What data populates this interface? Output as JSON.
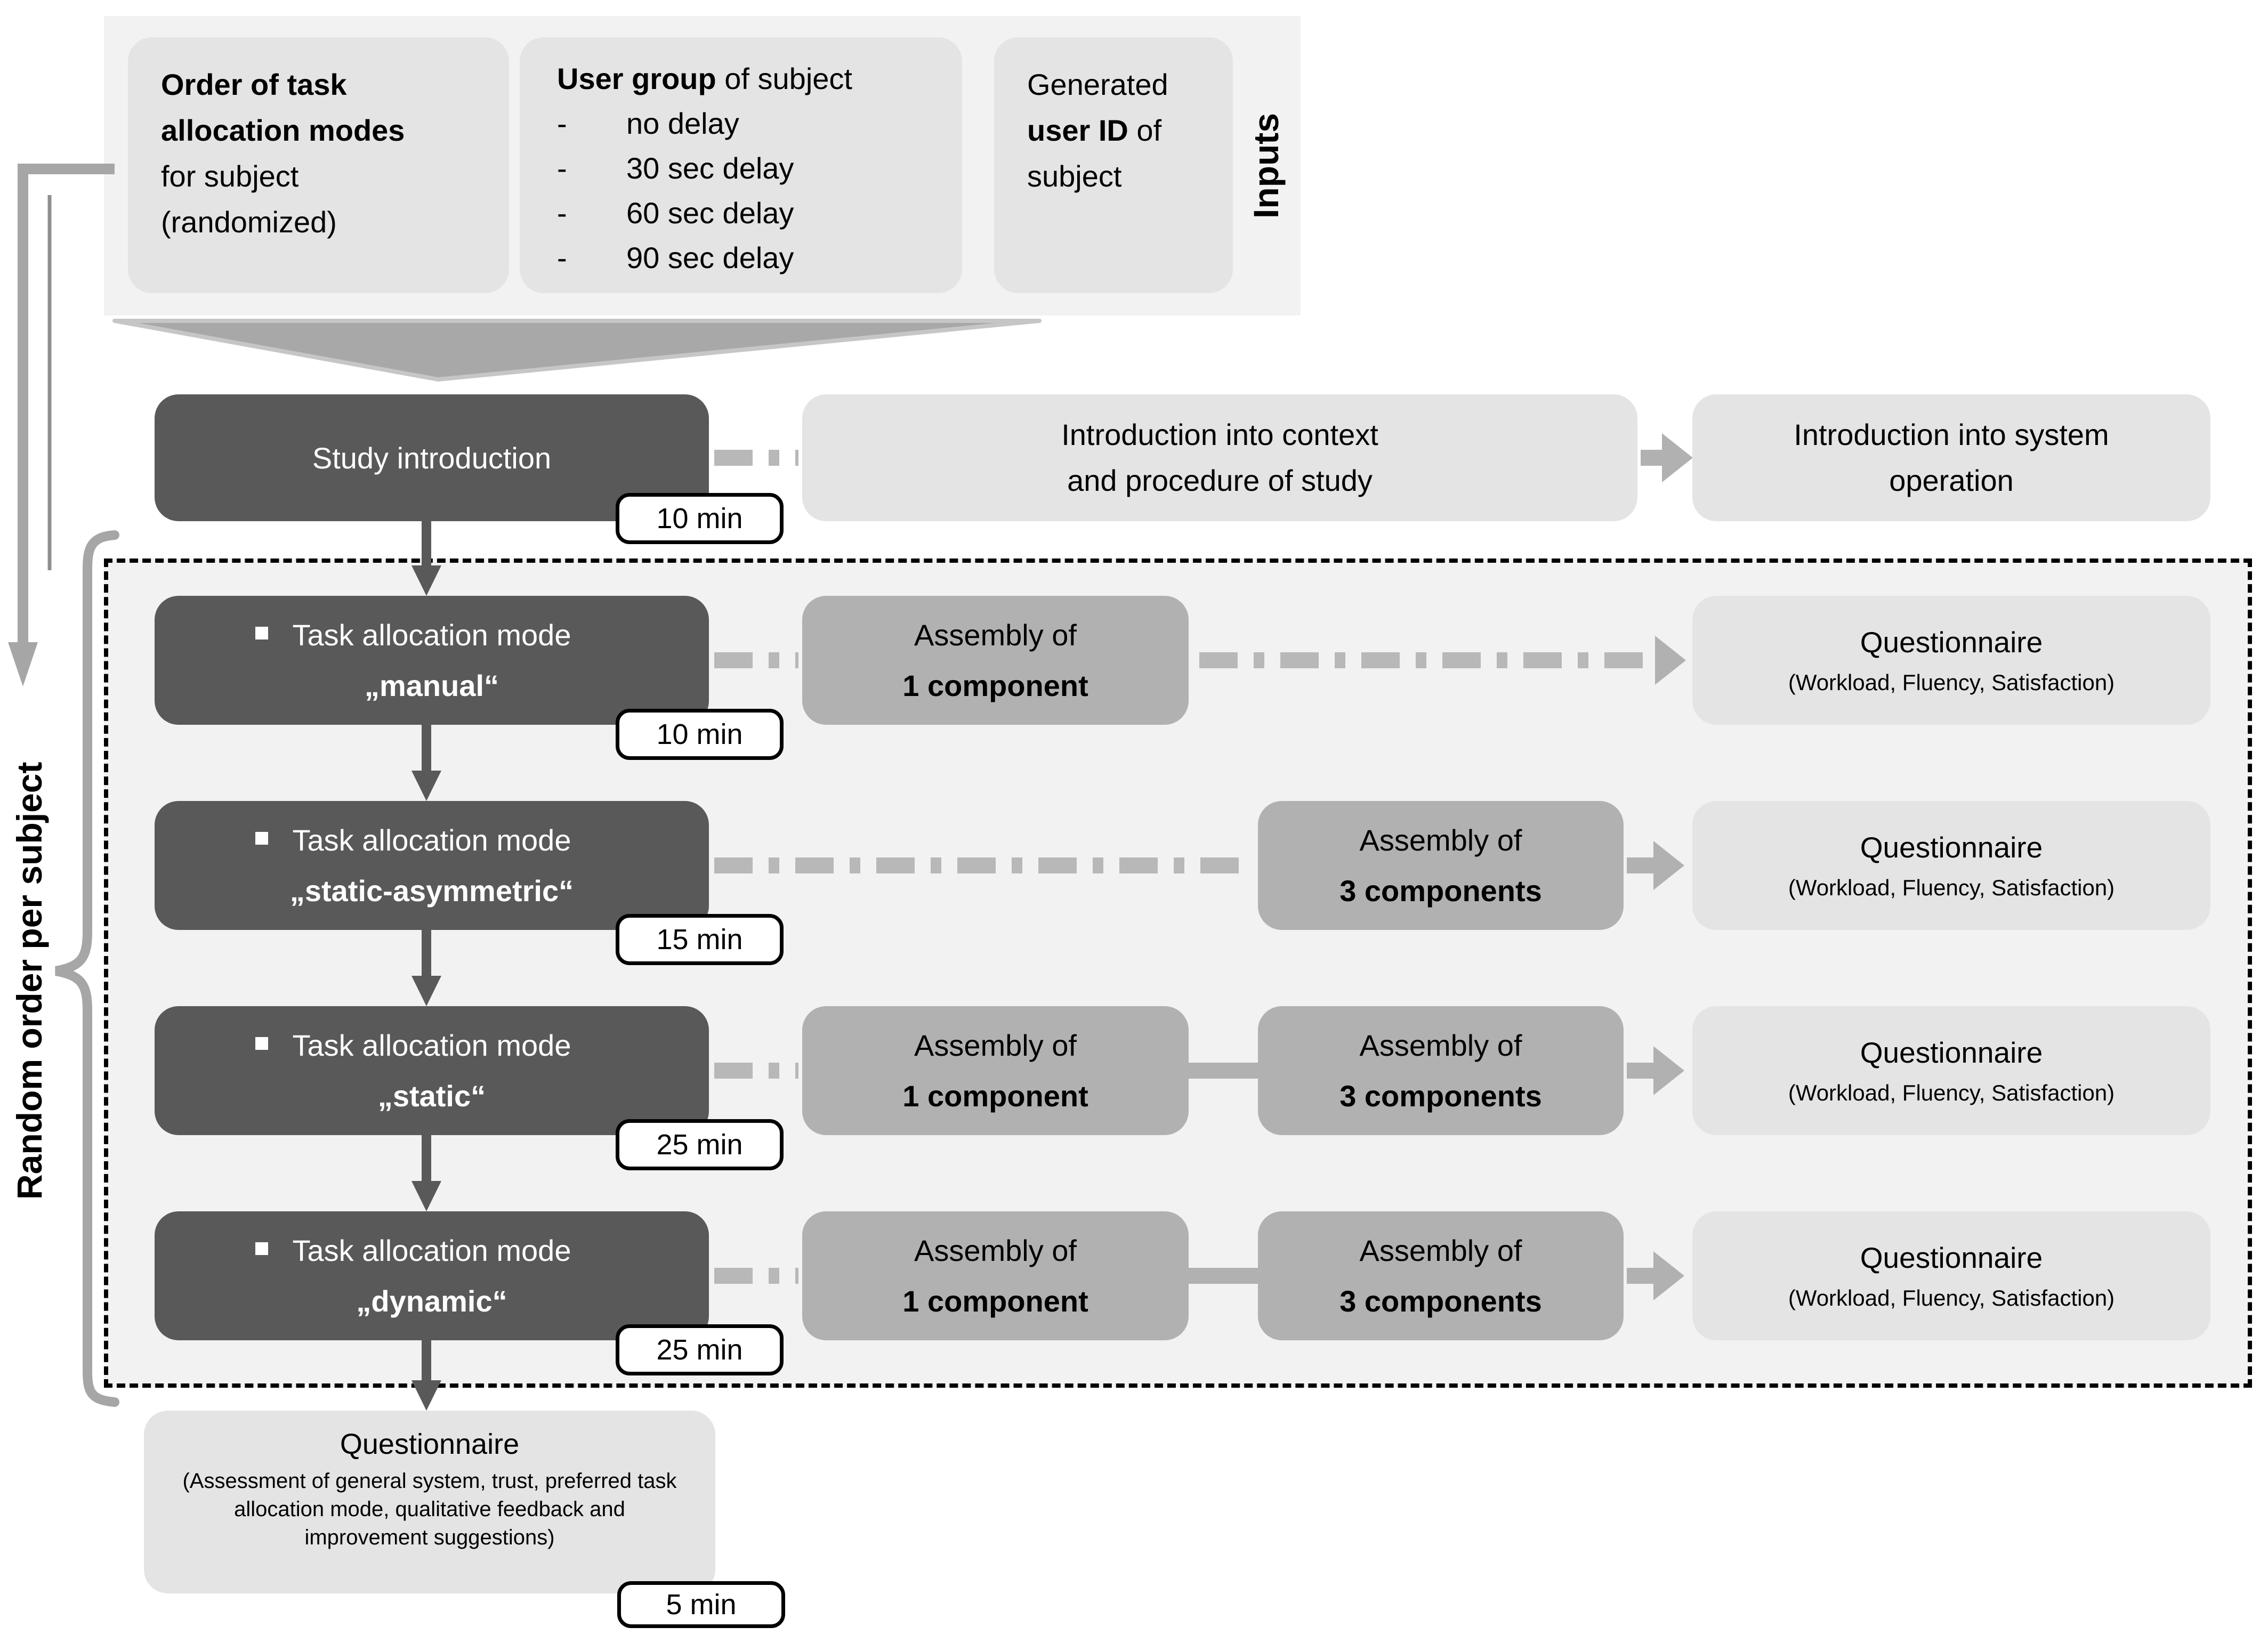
{
  "palette": {
    "dark_box": "#595959",
    "medium_box": "#b1b1b1",
    "light_box": "#e4e4e4",
    "panel_bg": "#f2f2f2",
    "connector_gray": "#b8b8b8",
    "accent_gray": "#a6a6a6",
    "badge_border": "#000000"
  },
  "inputs": {
    "side_label": "Inputs",
    "order_box": {
      "bold": "Order of task allocation modes",
      "rest": " for subject (randomized)"
    },
    "user_group_box": {
      "bold": "User group",
      "rest": " of subject",
      "bullet": "-",
      "options": [
        "no delay",
        "30 sec delay",
        "60 sec delay",
        "90 sec delay"
      ]
    },
    "user_id_box": {
      "pre": "Generated ",
      "bold": "user ID",
      "post": " of subject"
    }
  },
  "study": {
    "box_label": "Study introduction",
    "duration": "10 min",
    "context_line1": "Introduction into context",
    "context_line2": "and procedure of study",
    "system_line1": "Introduction into system",
    "system_line2": "operation"
  },
  "random_label": "Random order per subject",
  "rows": [
    {
      "mode_line1": "Task allocation mode",
      "mode_line2": "„manual“",
      "duration": "10 min",
      "a1_line1": "Assembly of",
      "a1_line2": "1 component",
      "q_title": "Questionnaire",
      "q_sub": "(Workload, Fluency, Satisfaction)"
    },
    {
      "mode_line1": "Task allocation mode",
      "mode_line2": "„static-asymmetric“",
      "duration": "15 min",
      "a3_line1": "Assembly of",
      "a3_line2": "3 components",
      "q_title": "Questionnaire",
      "q_sub": "(Workload, Fluency, Satisfaction)"
    },
    {
      "mode_line1": "Task allocation mode",
      "mode_line2": "„static“",
      "duration": "25 min",
      "a1_line1": "Assembly of",
      "a1_line2": "1 component",
      "a3_line1": "Assembly of",
      "a3_line2": "3 components",
      "q_title": "Questionnaire",
      "q_sub": "(Workload, Fluency, Satisfaction)"
    },
    {
      "mode_line1": "Task allocation mode",
      "mode_line2": "„dynamic“",
      "duration": "25 min",
      "a1_line1": "Assembly of",
      "a1_line2": "1 component",
      "a3_line1": "Assembly of",
      "a3_line2": "3 components",
      "q_title": "Questionnaire",
      "q_sub": "(Workload, Fluency, Satisfaction)"
    }
  ],
  "final_box": {
    "title": "Questionnaire",
    "sub": "(Assessment of general system, trust, preferred task allocation mode, qualitative feedback and improvement suggestions)",
    "duration": "5 min"
  }
}
